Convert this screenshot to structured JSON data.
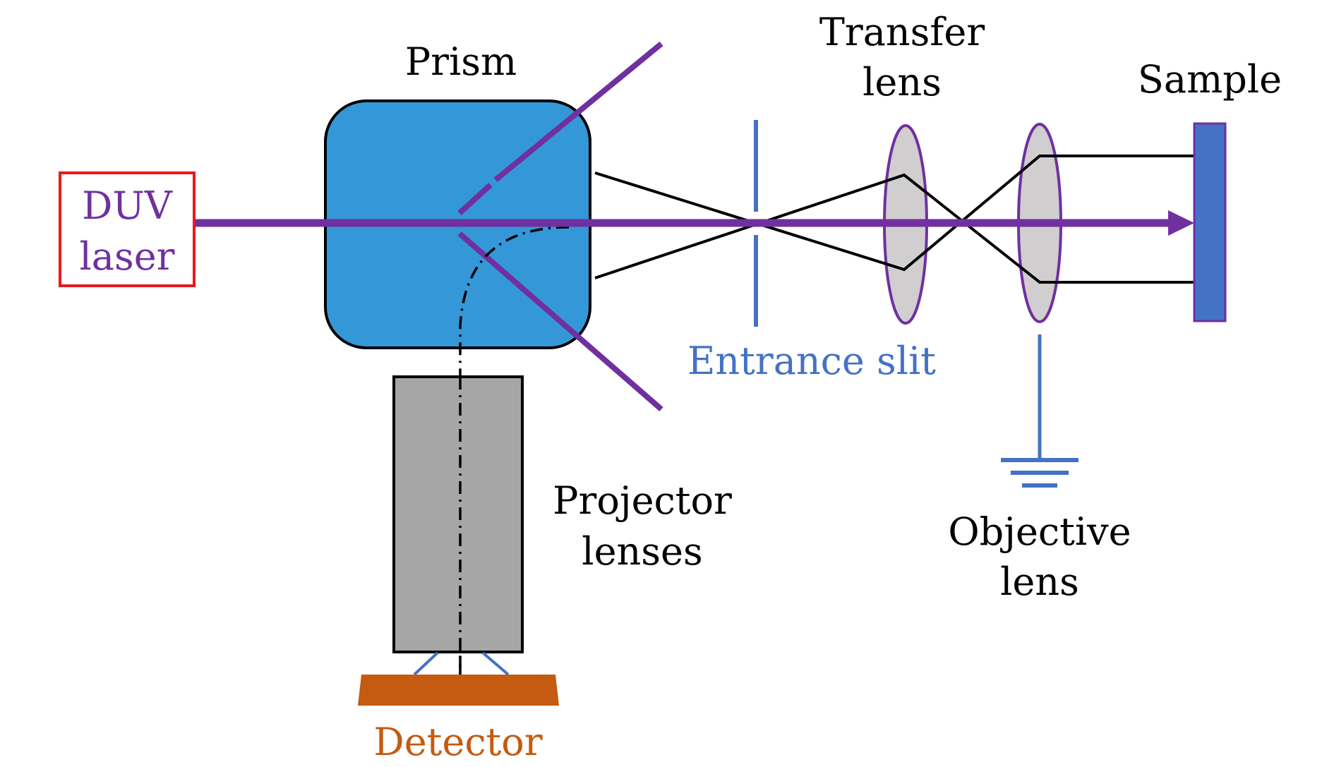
{
  "labels": {
    "duv_line1": "DUV",
    "duv_line2": "laser",
    "prism": "Prism",
    "transfer_line1": "Transfer",
    "transfer_line2": "lens",
    "sample": "Sample",
    "entrance_slit": "Entrance slit",
    "projector_line1": "Projector",
    "projector_line2": "lenses",
    "objective_line1": "Objective",
    "objective_line2": "lens",
    "detector": "Detector"
  },
  "colors": {
    "laser_beam": "#7030a0",
    "laser_text": "#7030a0",
    "laser_box": "#e8191e",
    "prism_fill": "#3498d8",
    "slit": "#4472c4",
    "lens_fill": "#d0cece",
    "lens_outline": "#7030a0",
    "sample_fill": "#4472c4",
    "projector_fill": "#a6a6a6",
    "detector_fill": "#c55a11",
    "ground": "#4472c4",
    "text": "#000000"
  },
  "icons": {
    "ground": "ground-symbol-icon",
    "beam_arrow": "arrowhead-icon"
  }
}
